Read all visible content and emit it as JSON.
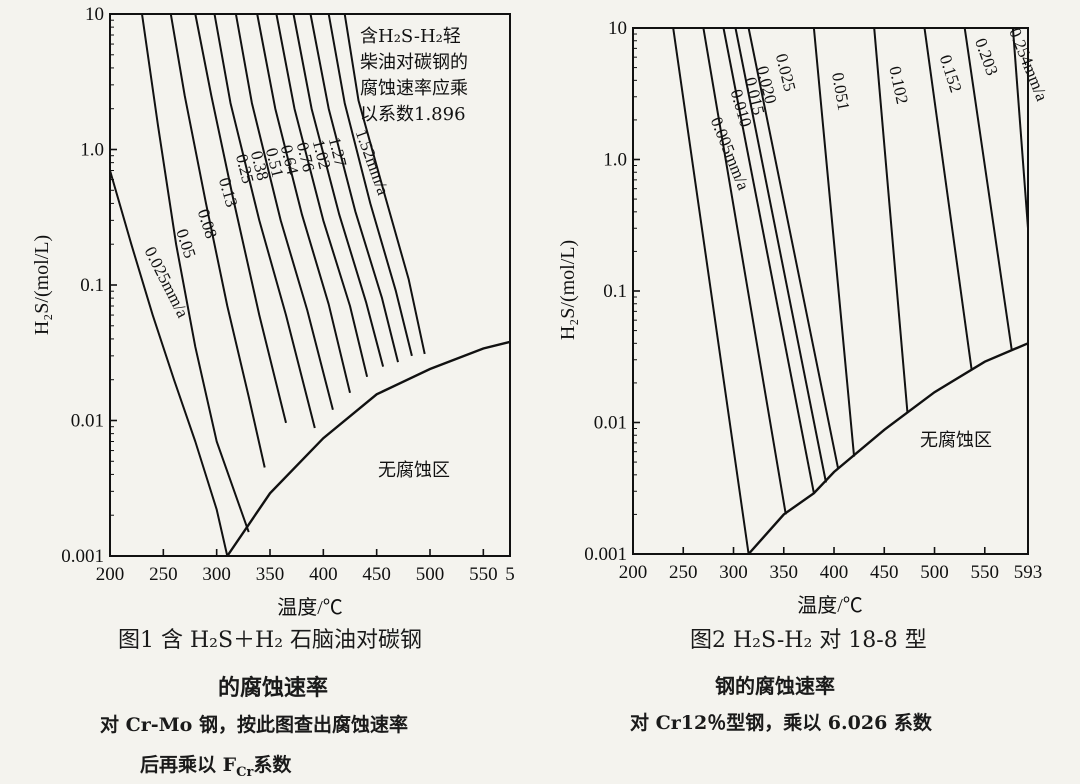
{
  "chart_data": [
    {
      "id": "fig1",
      "type": "line",
      "ylabel": "H₂S/(mol/L)",
      "xlabel": "温度/℃",
      "ylog": true,
      "ylim": [
        0.001,
        10
      ],
      "xlim": [
        200,
        575
      ],
      "xticks": [
        {
          "v": 200,
          "t": "200"
        },
        {
          "v": 250,
          "t": "250"
        },
        {
          "v": 300,
          "t": "300"
        },
        {
          "v": 350,
          "t": "350"
        },
        {
          "v": 400,
          "t": "400"
        },
        {
          "v": 450,
          "t": "450"
        },
        {
          "v": 500,
          "t": "500"
        },
        {
          "v": 550,
          "t": "550"
        },
        {
          "v": 575,
          "t": "5"
        }
      ],
      "yticks": [
        {
          "v": 10,
          "t": "10"
        },
        {
          "v": 1,
          "t": "1.0"
        },
        {
          "v": 0.1,
          "t": "0.1"
        },
        {
          "v": 0.01,
          "t": "0.01"
        },
        {
          "v": 0.001,
          "t": "0.001"
        }
      ],
      "note": [
        "含H₂S-H₂轻",
        "柴油对碳钢的",
        "腐蚀速率应乘",
        "以系数1.896"
      ],
      "region_label": "无腐蚀区",
      "series": [
        {
          "name": "0.025mm/a",
          "points": [
            [
              200,
              0.7
            ],
            [
              220,
              0.2
            ],
            [
              240,
              0.06
            ],
            [
              260,
              0.02
            ],
            [
              280,
              0.007
            ],
            [
              300,
              0.0022
            ],
            [
              310,
              0.001
            ]
          ]
        },
        {
          "name": "0.05",
          "points": [
            [
              230,
              10
            ],
            [
              245,
              1.5
            ],
            [
              262,
              0.2
            ],
            [
              280,
              0.035
            ],
            [
              300,
              0.007
            ],
            [
              330,
              0.0015
            ]
          ]
        },
        {
          "name": "0.08",
          "points": [
            [
              257,
              10
            ],
            [
              270,
              2.5
            ],
            [
              290,
              0.4
            ],
            [
              310,
              0.07
            ],
            [
              330,
              0.015
            ],
            [
              345,
              0.0045
            ]
          ]
        },
        {
          "name": "0.13",
          "points": [
            [
              280,
              10
            ],
            [
              295,
              2.5
            ],
            [
              315,
              0.45
            ],
            [
              340,
              0.06
            ],
            [
              365,
              0.0096
            ]
          ]
        },
        {
          "name": "0.25",
          "points": [
            [
              298,
              10
            ],
            [
              313,
              2.2
            ],
            [
              340,
              0.3
            ],
            [
              365,
              0.06
            ],
            [
              392,
              0.0088
            ]
          ]
        },
        {
          "name": "0.38",
          "points": [
            [
              318,
              10
            ],
            [
              333,
              2.2
            ],
            [
              360,
              0.3
            ],
            [
              385,
              0.065
            ],
            [
              409,
              0.012
            ]
          ]
        },
        {
          "name": "0.51",
          "points": [
            [
              338,
              10
            ],
            [
              355,
              2.0
            ],
            [
              380,
              0.33
            ],
            [
              405,
              0.072
            ],
            [
              425,
              0.016
            ]
          ]
        },
        {
          "name": "0.64",
          "points": [
            [
              356,
              10
            ],
            [
              373,
              2.0
            ],
            [
              400,
              0.3
            ],
            [
              425,
              0.07
            ],
            [
              441,
              0.021
            ]
          ]
        },
        {
          "name": "0.76",
          "points": [
            [
              372,
              10
            ],
            [
              389,
              2.0
            ],
            [
              415,
              0.33
            ],
            [
              440,
              0.075
            ],
            [
              456,
              0.025
            ]
          ]
        },
        {
          "name": "1.02",
          "points": [
            [
              388,
              10
            ],
            [
              405,
              2.0
            ],
            [
              430,
              0.35
            ],
            [
              455,
              0.08
            ],
            [
              470,
              0.027
            ]
          ]
        },
        {
          "name": "1.27",
          "points": [
            [
              405,
              10
            ],
            [
              420,
              2.2
            ],
            [
              444,
              0.4
            ],
            [
              468,
              0.09
            ],
            [
              483,
              0.03
            ]
          ]
        },
        {
          "name": "1.52mm/a",
          "points": [
            [
              420,
              10
            ],
            [
              433,
              2.3
            ],
            [
              458,
              0.45
            ],
            [
              480,
              0.11
            ],
            [
              495,
              0.031
            ]
          ]
        }
      ],
      "boundary": {
        "points": [
          [
            310,
            0.001
          ],
          [
            350,
            0.0029
          ],
          [
            400,
            0.0074
          ],
          [
            450,
            0.0156
          ],
          [
            500,
            0.024
          ],
          [
            550,
            0.034
          ],
          [
            575,
            0.038
          ]
        ]
      }
    },
    {
      "id": "fig2",
      "type": "line",
      "ylabel": "H₂S/(mol/L)",
      "xlabel": "温度/℃",
      "ylog": true,
      "ylim": [
        0.001,
        10
      ],
      "xlim": [
        200,
        593
      ],
      "xticks": [
        {
          "v": 200,
          "t": "200"
        },
        {
          "v": 250,
          "t": "250"
        },
        {
          "v": 300,
          "t": "300"
        },
        {
          "v": 350,
          "t": "350"
        },
        {
          "v": 400,
          "t": "400"
        },
        {
          "v": 450,
          "t": "450"
        },
        {
          "v": 500,
          "t": "500"
        },
        {
          "v": 550,
          "t": "550"
        },
        {
          "v": 593,
          "t": "593"
        }
      ],
      "yticks": [
        {
          "v": 10,
          "t": "10"
        },
        {
          "v": 1,
          "t": "1.0"
        },
        {
          "v": 0.1,
          "t": "0.1"
        },
        {
          "v": 0.01,
          "t": "0.01"
        },
        {
          "v": 0.001,
          "t": "0.001"
        }
      ],
      "region_label": "无腐蚀区",
      "series": [
        {
          "name": "0.005mm/a",
          "points": [
            [
              240,
              10
            ],
            [
              315,
              0.001
            ]
          ]
        },
        {
          "name": "0.010",
          "points": [
            [
              270,
              10
            ],
            [
              352,
              0.002
            ]
          ]
        },
        {
          "name": "0.015",
          "points": [
            [
              290,
              10
            ],
            [
              380,
              0.0029
            ]
          ]
        },
        {
          "name": "0.020",
          "points": [
            [
              302,
              10
            ],
            [
              392,
              0.0035
            ]
          ]
        },
        {
          "name": "0.025",
          "points": [
            [
              315,
              10
            ],
            [
              404,
              0.0045
            ]
          ]
        },
        {
          "name": "0.051",
          "points": [
            [
              380,
              10
            ],
            [
              420,
              0.0055
            ]
          ]
        },
        {
          "name": "0.102",
          "points": [
            [
              440,
              10
            ],
            [
              473,
              0.012
            ]
          ]
        },
        {
          "name": "0.152",
          "points": [
            [
              490,
              10
            ],
            [
              537,
              0.025
            ]
          ]
        },
        {
          "name": "0.203",
          "points": [
            [
              530,
              10
            ],
            [
              577,
              0.035
            ]
          ]
        },
        {
          "name": "0.254mm/a",
          "points": [
            [
              578,
              10
            ],
            [
              593,
              0.3
            ]
          ]
        }
      ],
      "boundary": {
        "points": [
          [
            315,
            0.001
          ],
          [
            350,
            0.002
          ],
          [
            380,
            0.0029
          ],
          [
            400,
            0.0042
          ],
          [
            450,
            0.0088
          ],
          [
            500,
            0.017
          ],
          [
            550,
            0.029
          ],
          [
            593,
            0.04
          ]
        ]
      }
    }
  ],
  "captions": {
    "fig1": {
      "line1": "图1  含 H₂S＋H₂ 石脑油对碳钢",
      "line2": "的腐蚀速率",
      "line3": "对 Cr-Mo 钢，按此图查出腐蚀速率",
      "line4": "后再乘以 F",
      "line4_sub": "Cr",
      "line4_end": "系数"
    },
    "fig2": {
      "line1": "图2   H₂S-H₂ 对 18-8 型",
      "line2": "钢的腐蚀速率",
      "line3": "对 Cr12％型钢，乘以 6.026 系数"
    }
  }
}
